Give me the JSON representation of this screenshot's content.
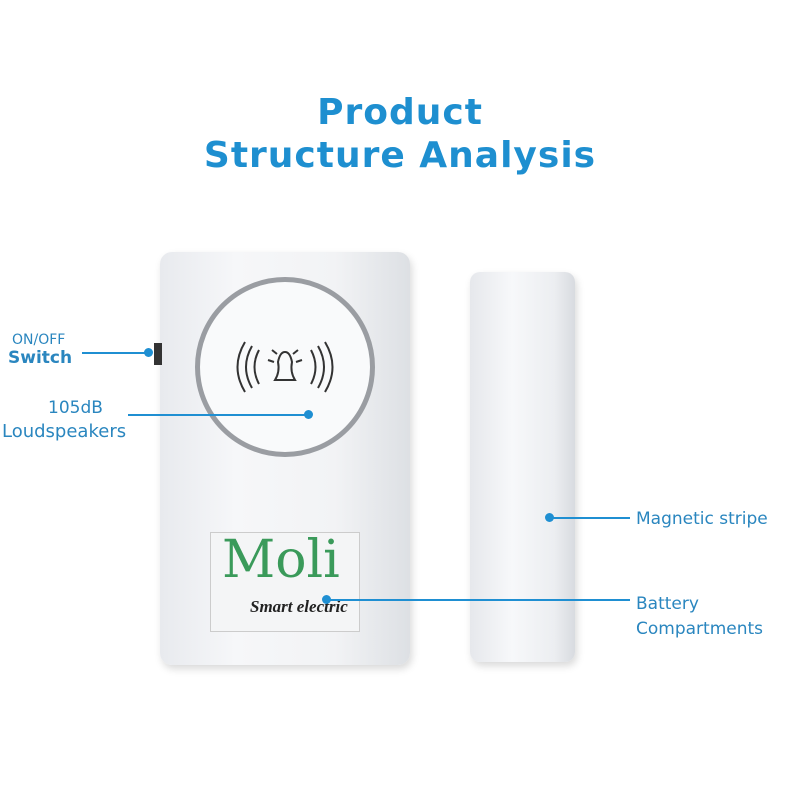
{
  "title": {
    "line1": "Product",
    "line2": "Structure Analysis"
  },
  "labels": {
    "switch_top": "ON/OFF",
    "switch": "Switch",
    "speaker_top": "105dB",
    "speaker": "Loudspeakers",
    "magnetic": "Magnetic stripe",
    "battery_1": "Battery",
    "battery_2": "Compartments"
  },
  "logo": {
    "brand": "Moli",
    "tagline": "Smart electric"
  },
  "colors": {
    "accent": "#1e8fd0",
    "logo_green": "#3a9a5a"
  }
}
